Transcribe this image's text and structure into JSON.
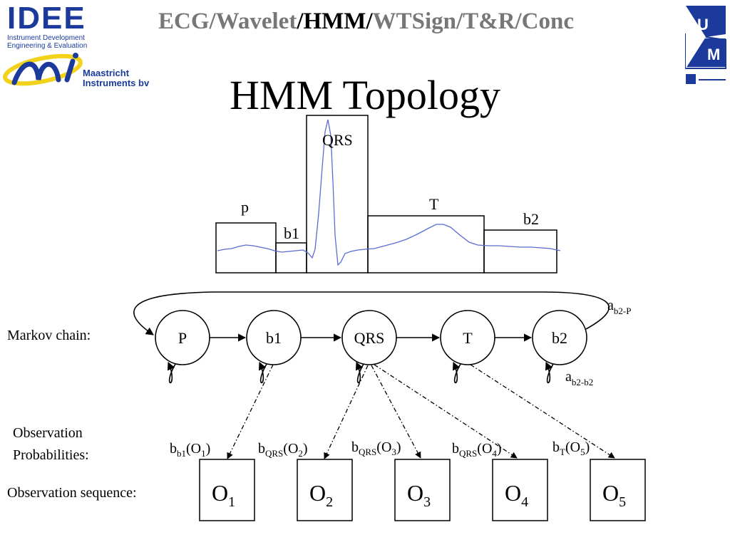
{
  "header": {
    "nav_prefix": "ECG/Wavelet",
    "nav_active": "/HMM/",
    "nav_suffix": "WTSign/T&R/Conc"
  },
  "slide": {
    "title": "HMM Topology"
  },
  "logos": {
    "idee_name": "IDEE",
    "idee_subtitle": "Instrument Development Engineering & Evaluation",
    "mi_company": [
      "Maastricht",
      "Instruments bv"
    ],
    "um_letters": [
      "U",
      "M"
    ]
  },
  "ecg_segments": {
    "labels": [
      "p",
      "b1",
      "QRS",
      "T",
      "b2"
    ]
  },
  "markov_chain": {
    "label": "Markov chain:",
    "states": [
      "P",
      "b1",
      "QRS",
      "T",
      "b2"
    ],
    "transition_labels": {
      "loop_back": {
        "base": "a",
        "sub": "b2-P"
      },
      "self_loop": {
        "base": "a",
        "sub": "b2-b2"
      }
    }
  },
  "observations": {
    "probabilities_label": [
      "Observation",
      "Probabilities:"
    ],
    "sequence_label": "Observation sequence:",
    "emission_labels": [
      {
        "base": "b",
        "sub": "b1",
        "arg": "O",
        "arg_sub": "1"
      },
      {
        "base": "b",
        "sub": "QRS",
        "arg": "O",
        "arg_sub": "2"
      },
      {
        "base": "b",
        "sub": "QRS",
        "arg": "O",
        "arg_sub": "3"
      },
      {
        "base": "b",
        "sub": "QRS",
        "arg": "O",
        "arg_sub": "4"
      },
      {
        "base": "b",
        "sub": "T",
        "arg": "O",
        "arg_sub": "5"
      }
    ],
    "sequence": [
      {
        "base": "O",
        "sub": "1"
      },
      {
        "base": "O",
        "sub": "2"
      },
      {
        "base": "O",
        "sub": "3"
      },
      {
        "base": "O",
        "sub": "4"
      },
      {
        "base": "O",
        "sub": "5"
      }
    ]
  },
  "colors": {
    "logo_blue": "#1b3a9c",
    "logo_yellow": "#f2d21a",
    "ecg_trace": "#5a6cd0",
    "nav_muted": "#777777"
  }
}
